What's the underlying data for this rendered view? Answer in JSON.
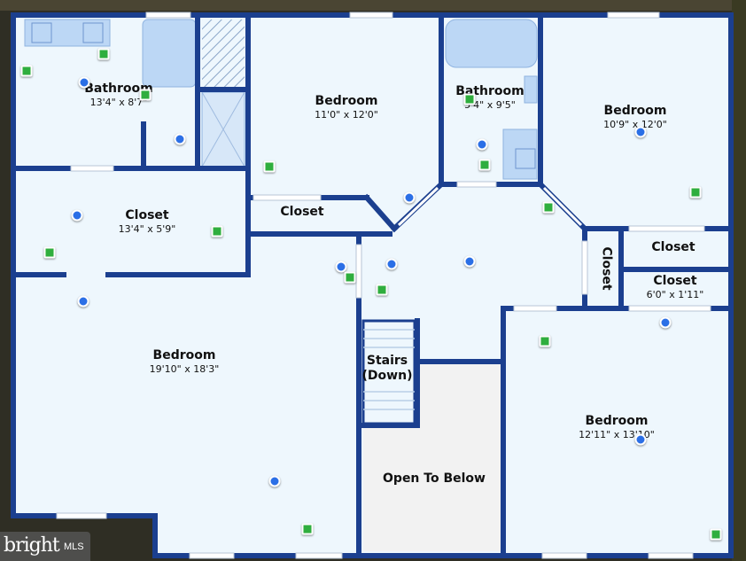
{
  "rooms": [
    {
      "key": "bath1",
      "name": "Bathroom",
      "dim": "13'4\" x 8'7\""
    },
    {
      "key": "bed1",
      "name": "Bedroom",
      "dim": "11'0\" x 12'0\""
    },
    {
      "key": "bath2",
      "name": "Bathroom",
      "dim": "5'4\" x 9'5\""
    },
    {
      "key": "bed2",
      "name": "Bedroom",
      "dim": "10'9\" x 12'0\""
    },
    {
      "key": "closet1",
      "name": "Closet",
      "dim": "13'4\" x 5'9\""
    },
    {
      "key": "closet2",
      "name": "Closet",
      "dim": ""
    },
    {
      "key": "closet3",
      "name": "Closet",
      "dim": ""
    },
    {
      "key": "closet4",
      "name": "Closet",
      "dim": ""
    },
    {
      "key": "closet5",
      "name": "Closet",
      "dim": "6'0\" x 1'11\""
    },
    {
      "key": "bed3",
      "name": "Bedroom",
      "dim": "19'10\" x 18'3\""
    },
    {
      "key": "stairs",
      "name": "Stairs",
      "name2": "(Down)",
      "dim": ""
    },
    {
      "key": "open",
      "name": "Open To Below",
      "dim": ""
    },
    {
      "key": "bed4",
      "name": "Bedroom",
      "dim": "12'11\" x 13'10\""
    }
  ],
  "markers": {
    "blue_color": "#2b6fe6",
    "green_color": "#2fae3e"
  },
  "logo": {
    "brand": "bright",
    "suffix": "MLS"
  },
  "colors": {
    "wall": "#1b3f8f",
    "floor": "#eef7fd",
    "fixture": "#bcd7f5",
    "open_area": "#f2f2f2"
  }
}
